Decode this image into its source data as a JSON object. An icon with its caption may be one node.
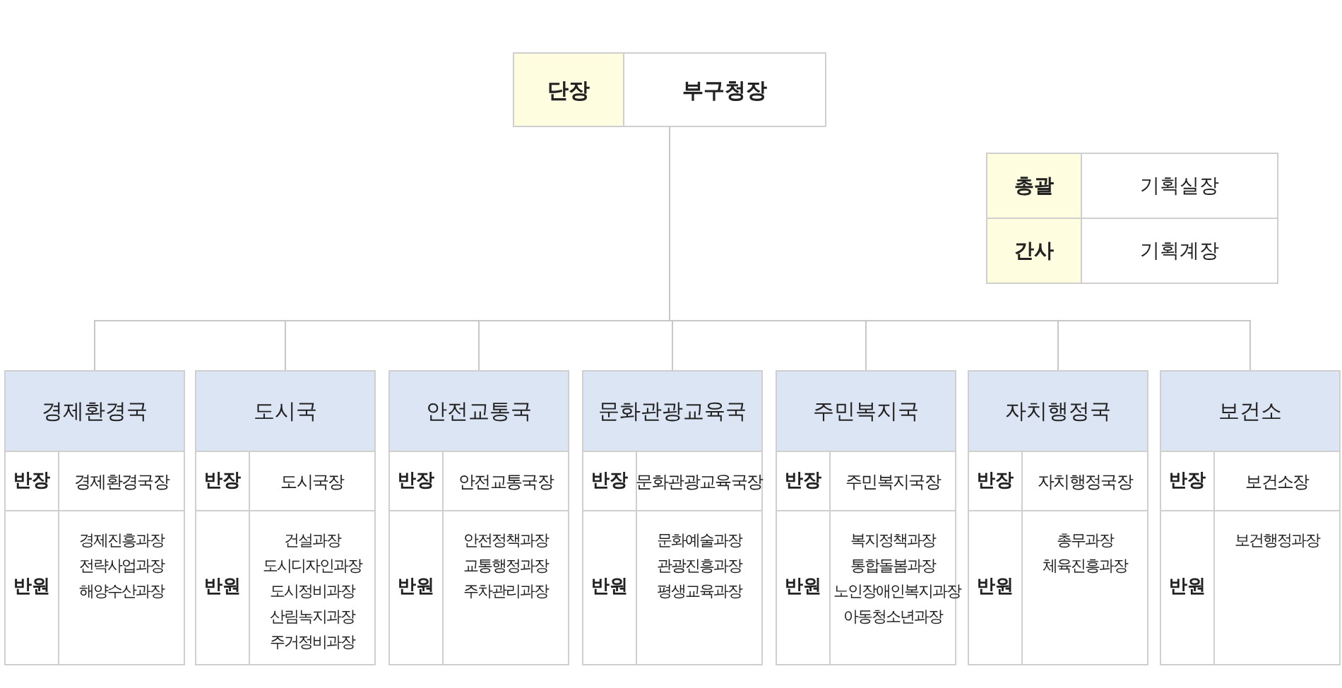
{
  "diagram": {
    "nodes": [
      {
        "text": [
          "단장",
          "부구청장"
        ]
      },
      {
        "text": [
          "총괄",
          "기획실장",
          "간사",
          "기획계장"
        ]
      },
      {
        "text": [
          "경제환경국",
          "반장",
          "경제환경국장",
          "반원",
          "경제진흥과장 전략사업과장 해양수산과장"
        ]
      },
      {
        "text": [
          "도시국",
          "반장",
          "도시국장",
          "반원",
          "건설과장 도시디자인과장 도시정비과장 산림녹지과장 주거정비과장"
        ]
      },
      {
        "text": [
          "안전교통국",
          "반장",
          "안전교통국장",
          "반원",
          "안전정책과장 교통행정과장 주차관리과장"
        ]
      },
      {
        "text": [
          "문화관광교육국",
          "반장",
          "문화관광교육국장",
          "반원",
          "문화예술과장 관광진흥과장 평생교육과장"
        ]
      },
      {
        "text": [
          "주민복지국",
          "반장",
          "주민복지국장",
          "반원",
          "복지정책과장 통합돌봄과장 노인장애인복지과장 아동청소년과장"
        ]
      },
      {
        "text": [
          "자치행정국",
          "반장",
          "자치행정국장",
          "반원",
          "총무과장 체육진흥과장"
        ]
      },
      {
        "text": [
          "보건소",
          "반장",
          "보건소장",
          "반원",
          "보건행정과장"
        ]
      }
    ],
    "edges": [
      {
        "from": 0,
        "to": 2,
        "arrow": "none"
      },
      {
        "from": 0,
        "to": 3,
        "arrow": "none"
      },
      {
        "from": 0,
        "to": 4,
        "arrow": "none"
      },
      {
        "from": 0,
        "to": 5,
        "arrow": "none"
      },
      {
        "from": 0,
        "to": 6,
        "arrow": "none"
      },
      {
        "from": 0,
        "to": 7,
        "arrow": "none"
      },
      {
        "from": 0,
        "to": 8,
        "arrow": "none"
      }
    ]
  }
}
